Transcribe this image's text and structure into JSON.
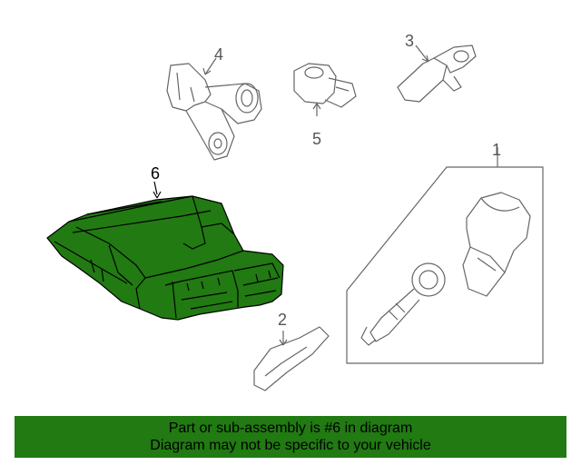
{
  "callouts": {
    "c1": "1",
    "c2": "2",
    "c3": "3",
    "c4": "4",
    "c5": "5",
    "c6": "6"
  },
  "highlight_color": "#217a12",
  "banner": {
    "line1": "Part or sub-assembly is #6 in diagram",
    "line2": "Diagram may not be specific to your vehicle"
  }
}
